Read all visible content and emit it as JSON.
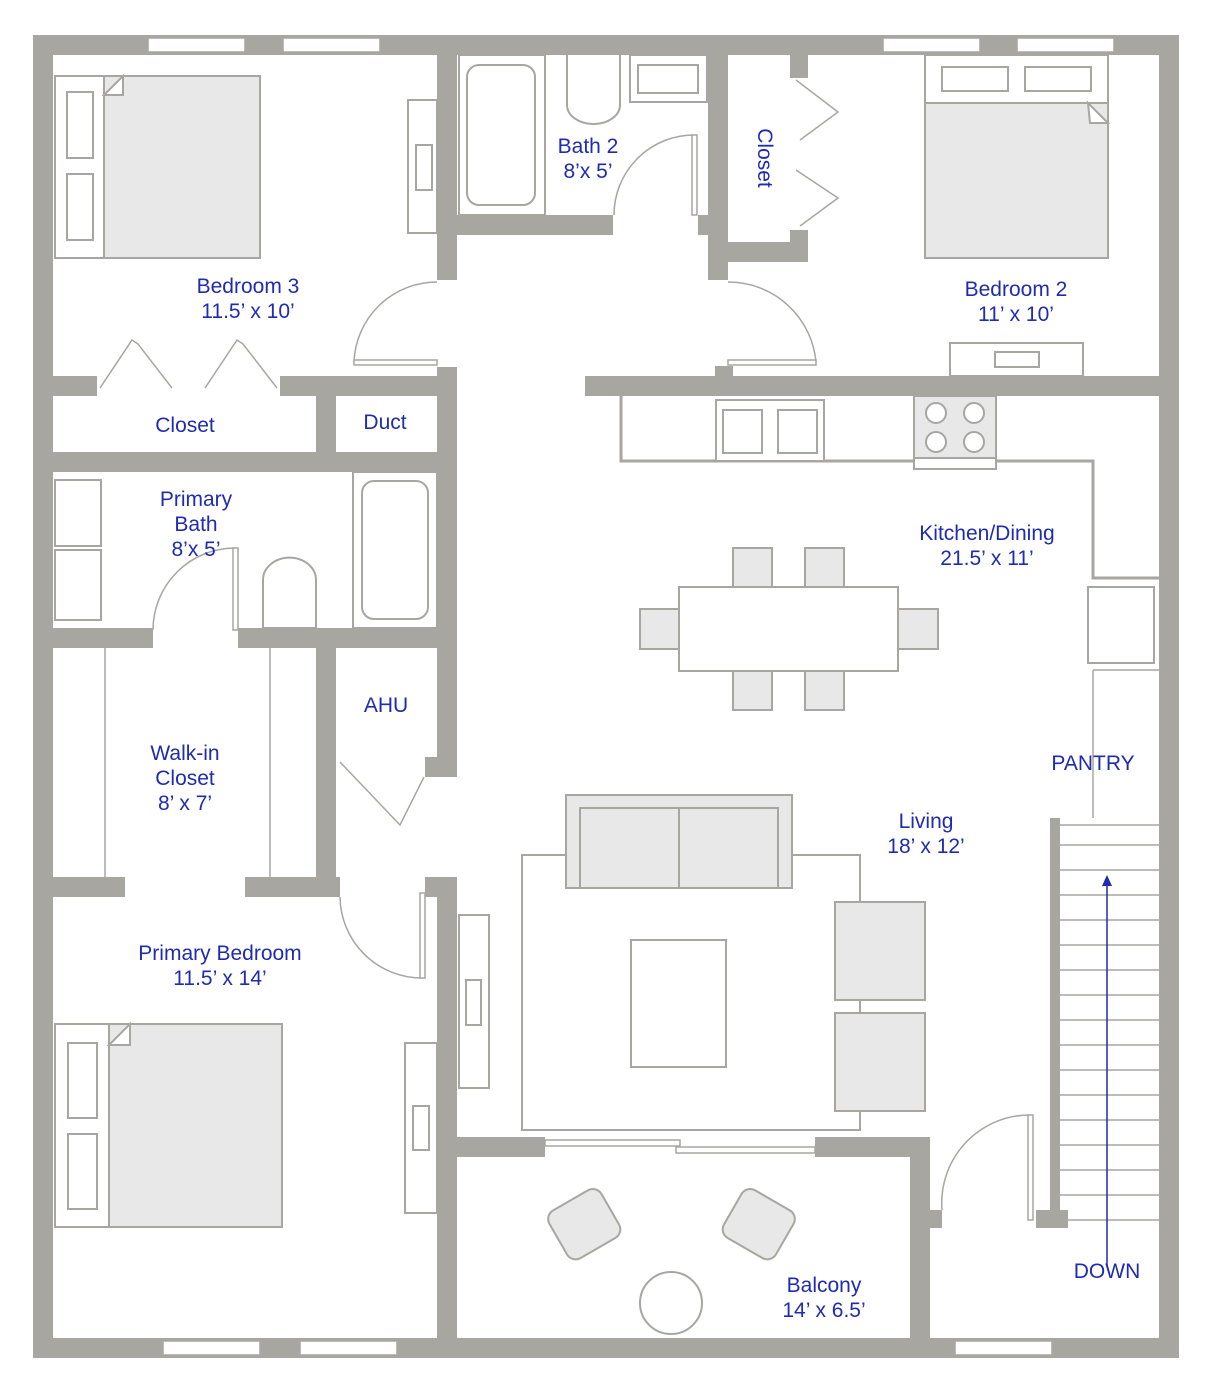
{
  "colors": {
    "wall": "#a7a6a1",
    "label": "#1f2bb0",
    "furniture_fill": "#e8e8e8"
  },
  "rooms": {
    "bedroom3": {
      "name": "Bedroom 3",
      "size": "11.5’ x 10’"
    },
    "closet_b3": {
      "name": "Closet"
    },
    "duct": {
      "name": "Duct"
    },
    "bath2": {
      "name": "Bath 2",
      "size": "8’x 5’"
    },
    "closet_b2": {
      "name": "Closet"
    },
    "bedroom2": {
      "name": "Bedroom 2",
      "size": "11’ x 10’"
    },
    "primary_bath": {
      "line1": "Primary",
      "line2": "Bath",
      "size": "8’x 5’"
    },
    "kitchen": {
      "name": "Kitchen/Dining",
      "size": "21.5’ x 11’"
    },
    "ahu": {
      "name": "AHU"
    },
    "walkin": {
      "line1": "Walk-in",
      "line2": "Closet",
      "size": "8’ x 7’"
    },
    "pantry": {
      "name": "PANTRY"
    },
    "living": {
      "name": "Living",
      "size": "18’ x 12’"
    },
    "primary_bedroom": {
      "name": "Primary Bedroom",
      "size": "11.5’ x 14’"
    },
    "balcony": {
      "name": "Balcony",
      "size": "14’ x 6.5’"
    },
    "stairs": {
      "name": "DOWN"
    }
  }
}
